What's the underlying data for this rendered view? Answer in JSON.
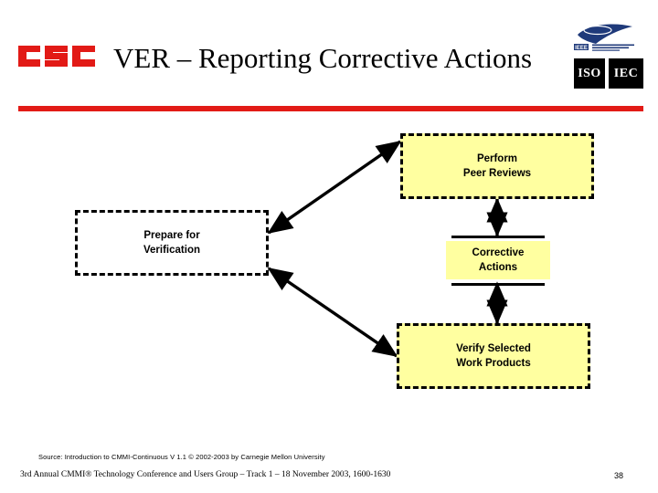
{
  "slide": {
    "title": "VER – Reporting Corrective Actions",
    "page_number": "38",
    "accent_color": "#e21a16",
    "node_fill_color": "#ffffa0"
  },
  "branding": {
    "company_logo_text": "csc",
    "company_logo_color": "#e21a16",
    "standards_logos": [
      {
        "name": "ieee-logo",
        "label": "IEEE"
      },
      {
        "name": "iso-logo",
        "label": "ISO"
      },
      {
        "name": "iec-logo",
        "label": "IEC"
      }
    ]
  },
  "diagram": {
    "nodes": [
      {
        "id": "peer-reviews",
        "line1": "Perform",
        "line2": "Peer Reviews",
        "fill": "yellow",
        "border": "dashed"
      },
      {
        "id": "prepare",
        "line1": "Prepare for",
        "line2": "Verification",
        "fill": "none",
        "border": "dashed"
      },
      {
        "id": "corrective",
        "line1": "Corrective",
        "line2": "Actions",
        "fill": "yellow",
        "border": "band"
      },
      {
        "id": "verify",
        "line1": "Verify Selected",
        "line2": "Work Products",
        "fill": "yellow",
        "border": "dashed"
      }
    ],
    "edges": [
      {
        "id": "prepare-to-peer-reviews",
        "from": "prepare",
        "to": "peer-reviews",
        "style": "double-arrow"
      },
      {
        "id": "prepare-to-verify",
        "from": "prepare",
        "to": "verify",
        "style": "double-arrow"
      },
      {
        "id": "peer-reviews-to-corrective",
        "from": "peer-reviews",
        "to": "corrective",
        "style": "double-arrow"
      },
      {
        "id": "corrective-to-verify",
        "from": "corrective",
        "to": "verify",
        "style": "double-arrow"
      }
    ]
  },
  "footer": {
    "source": "Source: Introduction to CMMI-Continuous V 1.1 © 2002-2003 by Carnegie Mellon University",
    "conference": "3rd Annual CMMI® Technology Conference and Users Group – Track 1 – 18 November 2003, 1600-1630"
  }
}
